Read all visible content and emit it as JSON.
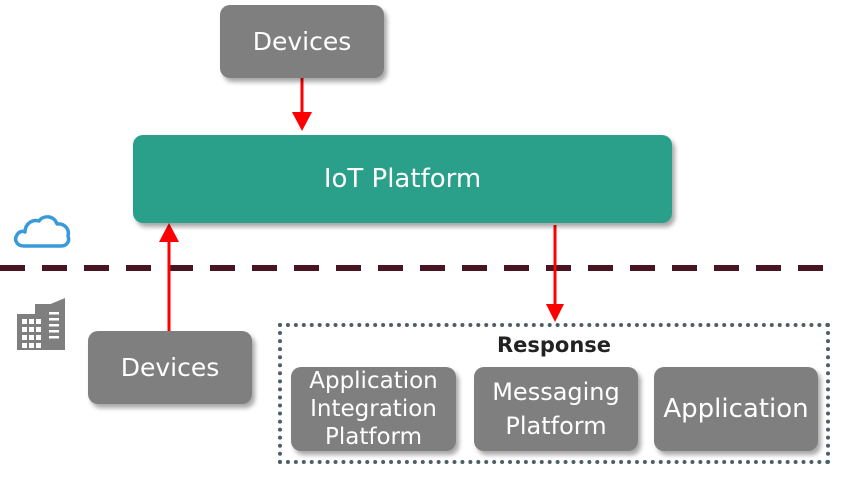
{
  "diagram": {
    "nodes": {
      "devices_cloud": "Devices",
      "iot_platform": "IoT Platform",
      "devices_onprem": "Devices",
      "response_label": "Response",
      "application_integration_platform": "Application Integration Platform",
      "messaging_platform": "Messaging Platform",
      "application": "Application"
    },
    "zones": {
      "cloud_icon": "cloud-icon",
      "onprem_icon": "building-icon"
    },
    "edges": [
      {
        "from": "Devices (cloud)",
        "to": "IoT Platform"
      },
      {
        "from": "Devices (on-premises)",
        "to": "IoT Platform"
      },
      {
        "from": "IoT Platform",
        "to": "Response"
      }
    ],
    "colors": {
      "teal": "#2a9f8a",
      "grey": "#7f7f7f",
      "arrow": "#ff0000",
      "boundary": "#4a1523",
      "cloud": "#3a9ad9",
      "building": "#7f7f7f"
    }
  }
}
